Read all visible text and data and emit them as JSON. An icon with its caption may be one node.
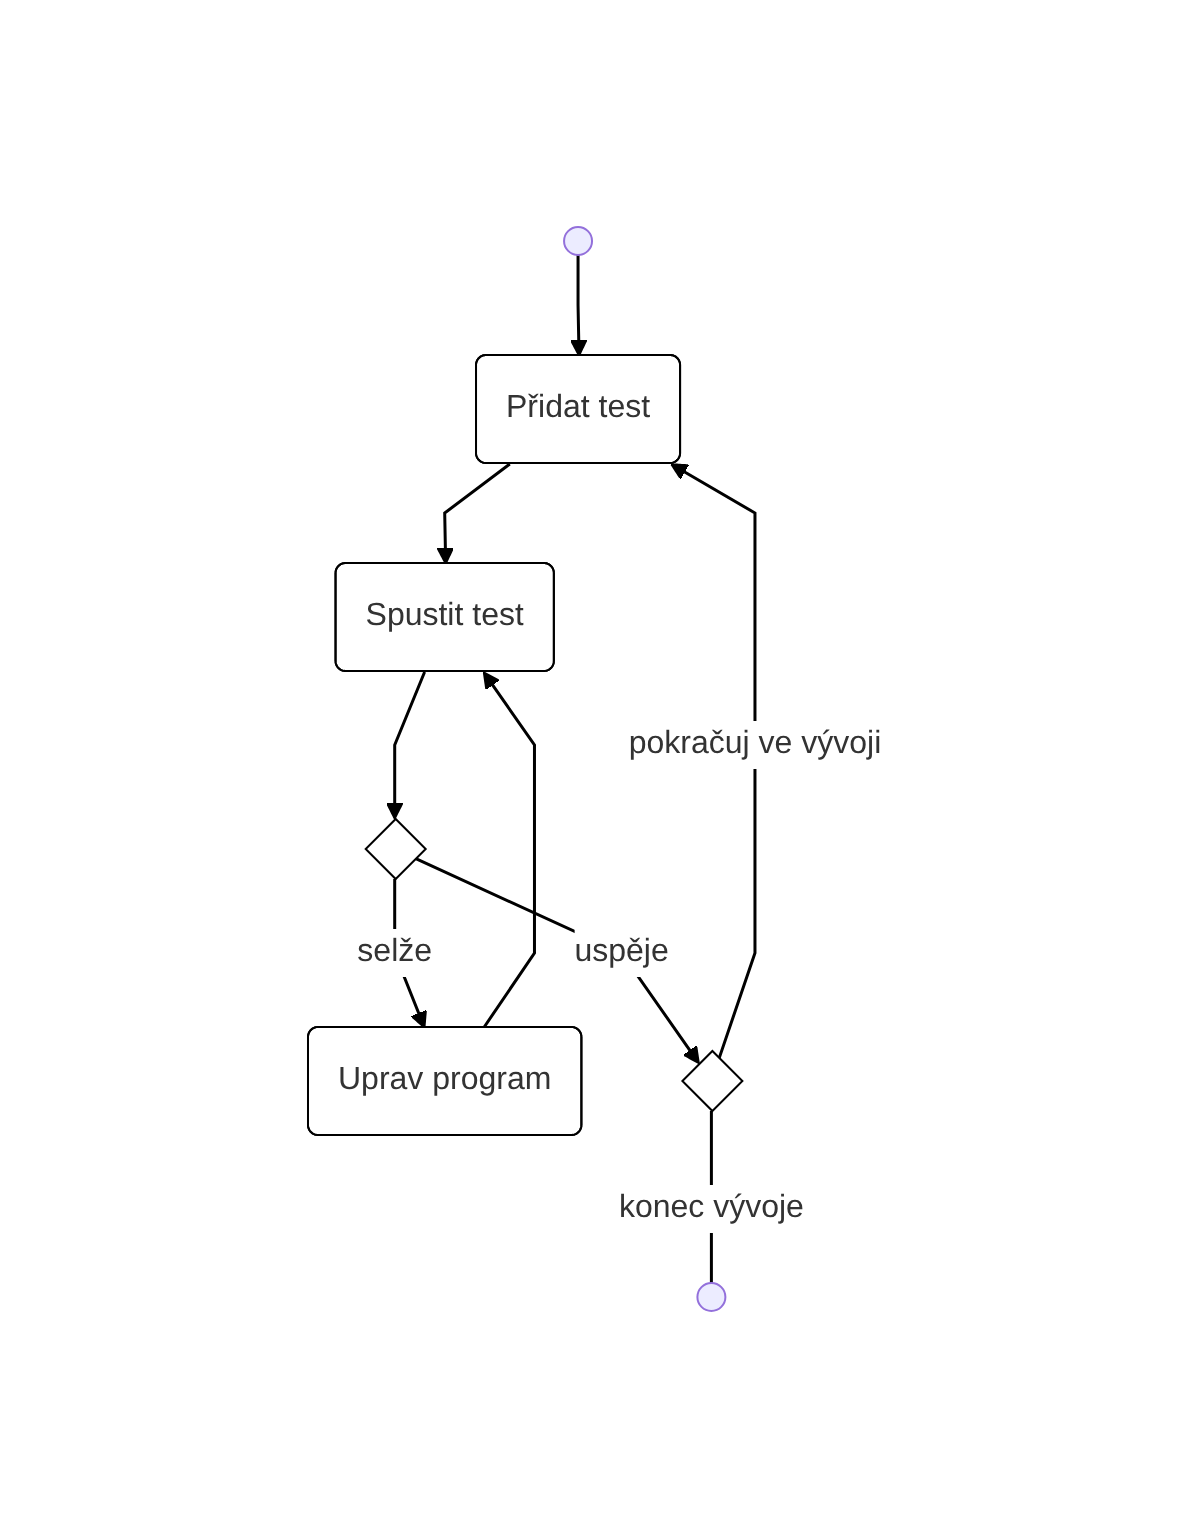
{
  "diagram": {
    "nodes": [
      {
        "text": [],
        "shape": "circle"
      },
      {
        "text": [
          "Přidat test"
        ]
      },
      {
        "text": [
          "Spustit test"
        ]
      },
      {
        "text": [],
        "shape": "diamond"
      },
      {
        "text": [
          "Uprav program"
        ]
      },
      {
        "text": [],
        "shape": "diamond"
      },
      {
        "text": [],
        "shape": "circle"
      }
    ],
    "edges": [
      {
        "from": 0,
        "to": 1,
        "arrow": "to"
      },
      {
        "from": 1,
        "to": 2,
        "arrow": "to"
      },
      {
        "from": 2,
        "to": 3,
        "arrow": "to"
      },
      {
        "from": 3,
        "to": 4,
        "arrow": "to",
        "label": "selže"
      },
      {
        "from": 4,
        "to": 2,
        "arrow": "to"
      },
      {
        "from": 3,
        "to": 5,
        "arrow": "to",
        "label": "uspěje"
      },
      {
        "from": 5,
        "to": 6,
        "arrow": "none",
        "label": "konec vývoje"
      },
      {
        "from": 5,
        "to": 1,
        "arrow": "to",
        "label": "pokračuj ve vývoji"
      }
    ]
  }
}
